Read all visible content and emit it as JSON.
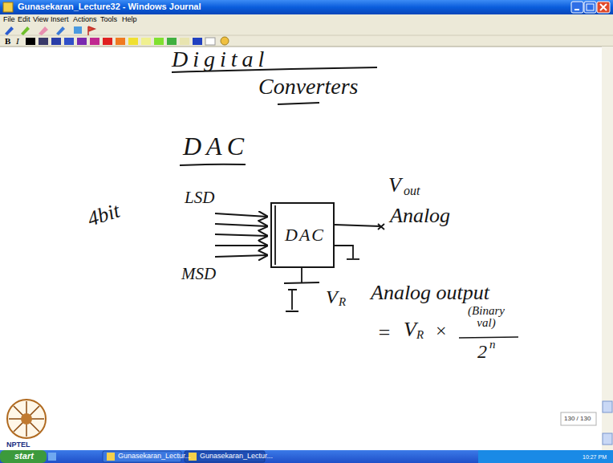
{
  "diagram": {
    "nodes": [
      {
        "text": [
          "DAC"
        ]
      }
    ],
    "labels": [
      "Gunasekaran_Lecture32 - Windows Journal",
      "File",
      "Edit",
      "View",
      "Insert",
      "Actions",
      "Tools",
      "Help",
      "B",
      "I",
      "Digital",
      "Converters",
      "DAC",
      "4bit",
      "LSD",
      "MSD",
      "V",
      "out",
      "Analog",
      "V",
      "R",
      "Analog output",
      "=",
      "V",
      "R",
      "×",
      "(Binary val)",
      "2",
      "n",
      "130 / 130",
      "NPTEL",
      "start",
      "Gunasekaran_Lectur...",
      "Gunasekaran_Lectur...",
      "10:27 PM"
    ]
  }
}
